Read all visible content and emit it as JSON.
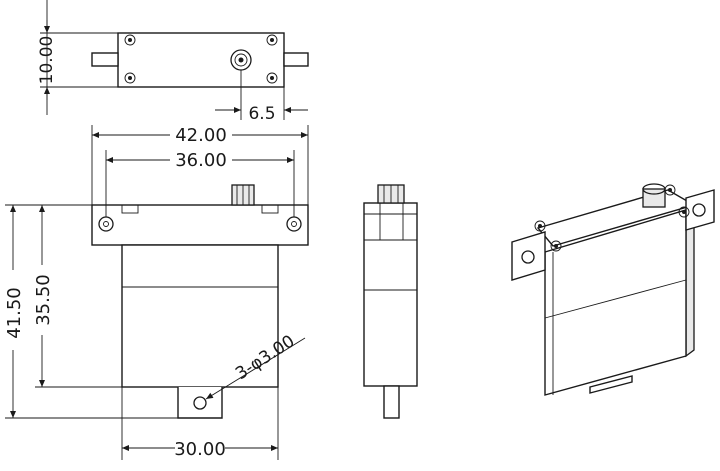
{
  "dimensions": {
    "top_height": "10.00",
    "spline_offset": "6.5",
    "overall_width": "42.00",
    "mount_spacing": "36.00",
    "overall_height": "41.50",
    "body_height": "35.50",
    "body_width": "30.00",
    "hole_callout": "3-φ3.00"
  },
  "colors": {
    "line": "#1a1a1a",
    "background": "#ffffff",
    "shade": "#e9e9e9"
  }
}
